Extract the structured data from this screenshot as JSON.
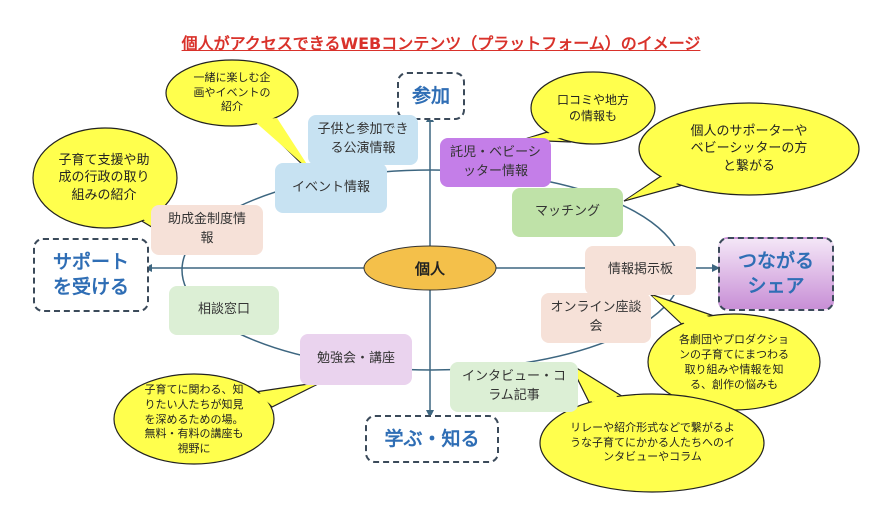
{
  "title": "個人がアクセスできるWEBコンテンツ（プラットフォーム）のイメージ",
  "center": "個人",
  "categories": {
    "participate": "参加",
    "support": "サポート\nを受ける",
    "connect": "つながる\nシェア",
    "learn": "学ぶ・知る"
  },
  "nodes": {
    "kids_performance": "子供と参加できる公演情報",
    "event": "イベント情報",
    "grant": "助成金制度情報",
    "consult": "相談窓口",
    "study": "勉強会・講座",
    "interview": "インタビュー・コラム記事",
    "online": "オンライン座談会",
    "board": "情報掲示板",
    "matching": "マッチング",
    "babysitter": "託児・ベビーシッター情報"
  },
  "callouts": {
    "event": "一緒に楽しむ企画やイベントの紹介",
    "grant": "子育て支援や助成の行政の取り組みの紹介",
    "babysitter": "口コミや地方の情報も",
    "matching": "個人のサポーターやベビーシッターの方と繋がる",
    "study": "子育てに関わる、知りたい人たちが知見を深めるための場。無料・有料の講座も視野に",
    "board": "各劇団やプロダクションの子育てにまつわる取り組みや情報を知る、創作の悩みも",
    "interview": "リレーや紹介形式などで繋がるような子育てにかかる人たちへのインタビューやコラム"
  },
  "colors": {
    "title": "#d9322b",
    "category_text": "#2f6eb5",
    "center": "#f4c04a",
    "callout": "#ffff4d"
  }
}
